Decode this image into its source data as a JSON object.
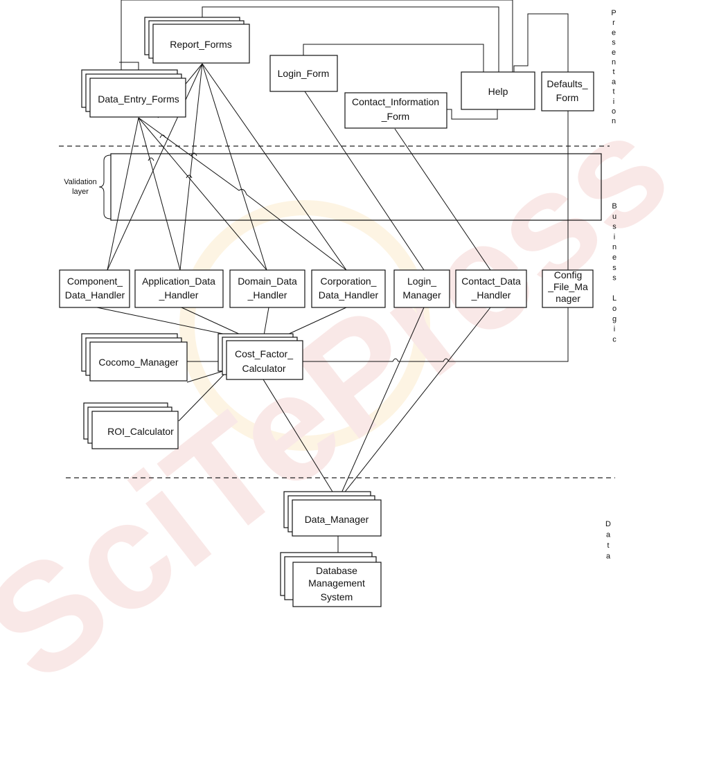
{
  "colors": {
    "stroke": "#111111",
    "background": "#ffffff",
    "watermark_red": "#d8554c",
    "watermark_orange": "#f2b230"
  },
  "layers": {
    "presentation": "Presentation",
    "business_logic": "Business Logic",
    "data": "Data"
  },
  "validation": {
    "line1": "Validation",
    "line2": "layer"
  },
  "components": {
    "report_forms": [
      "Report_Forms"
    ],
    "data_entry_forms": [
      "Data_Entry_Forms"
    ],
    "login_form": [
      "Login_Form"
    ],
    "contact_information_form": [
      "Contact_Information",
      "_Form"
    ],
    "help": [
      "Help"
    ],
    "defaults_form": [
      "Defaults_",
      "Form"
    ],
    "component_data_handler": [
      "Component_",
      "Data_Handler"
    ],
    "application_data_handler": [
      "Application_Data",
      "_Handler"
    ],
    "domain_data_handler": [
      "Domain_Data",
      "_Handler"
    ],
    "corporation_data_handler": [
      "Corporation_",
      "Data_Handler"
    ],
    "login_manager": [
      "Login_",
      "Manager"
    ],
    "contact_data_handler": [
      "Contact_Data",
      "_Handler"
    ],
    "config_file_manager": [
      "Config",
      "_File_Ma",
      "nager"
    ],
    "cocomo_manager": [
      "Cocomo_Manager"
    ],
    "cost_factor_calculator": [
      "Cost_Factor_",
      "Calculator"
    ],
    "roi_calculator": [
      "ROI_Calculator"
    ],
    "data_manager": [
      "Data_Manager"
    ],
    "database_management_system": [
      "Database",
      "Management",
      "System"
    ]
  },
  "watermark": "SciTePress"
}
